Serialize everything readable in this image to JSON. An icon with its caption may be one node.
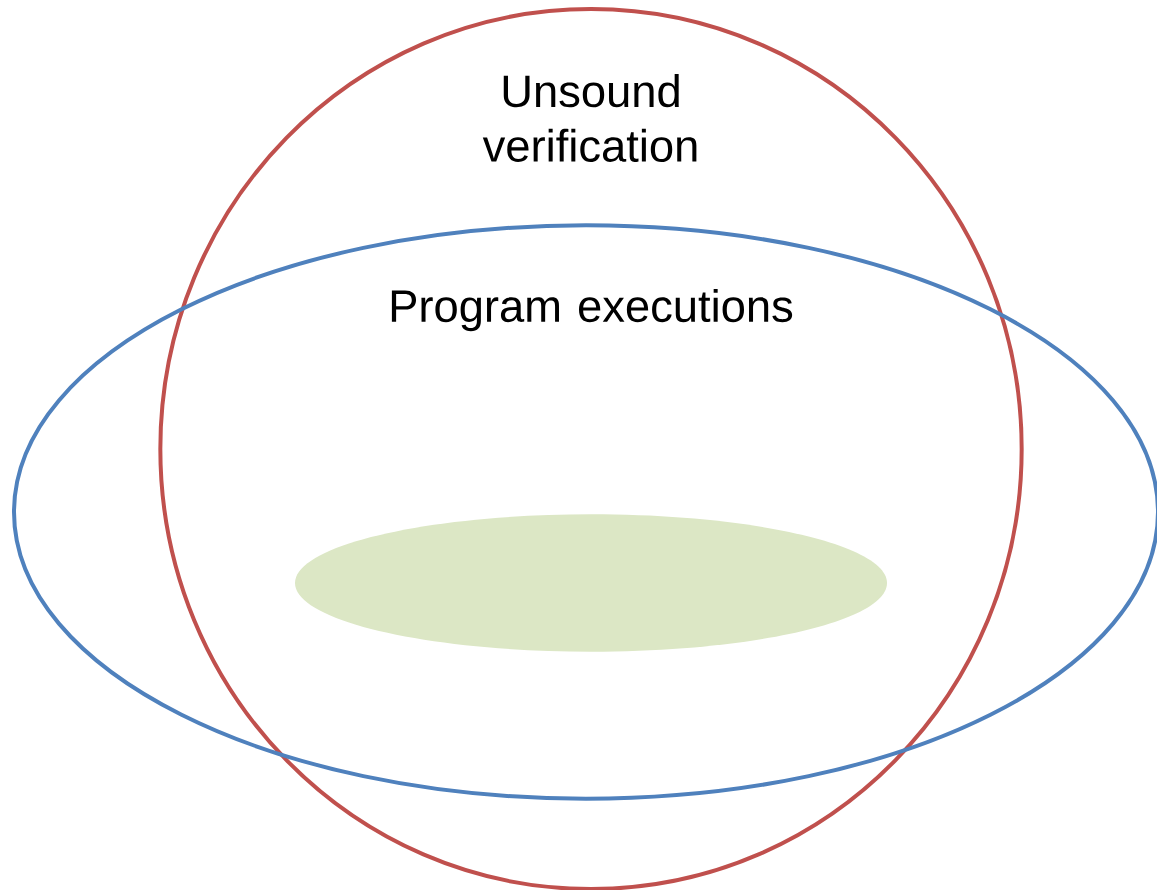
{
  "diagram": {
    "nodes": [
      {
        "text": [
          "Unsound verification"
        ]
      },
      {
        "text": [
          "Program executions"
        ]
      },
      {
        "text": [],
        "shape": "ellipse"
      }
    ]
  }
}
